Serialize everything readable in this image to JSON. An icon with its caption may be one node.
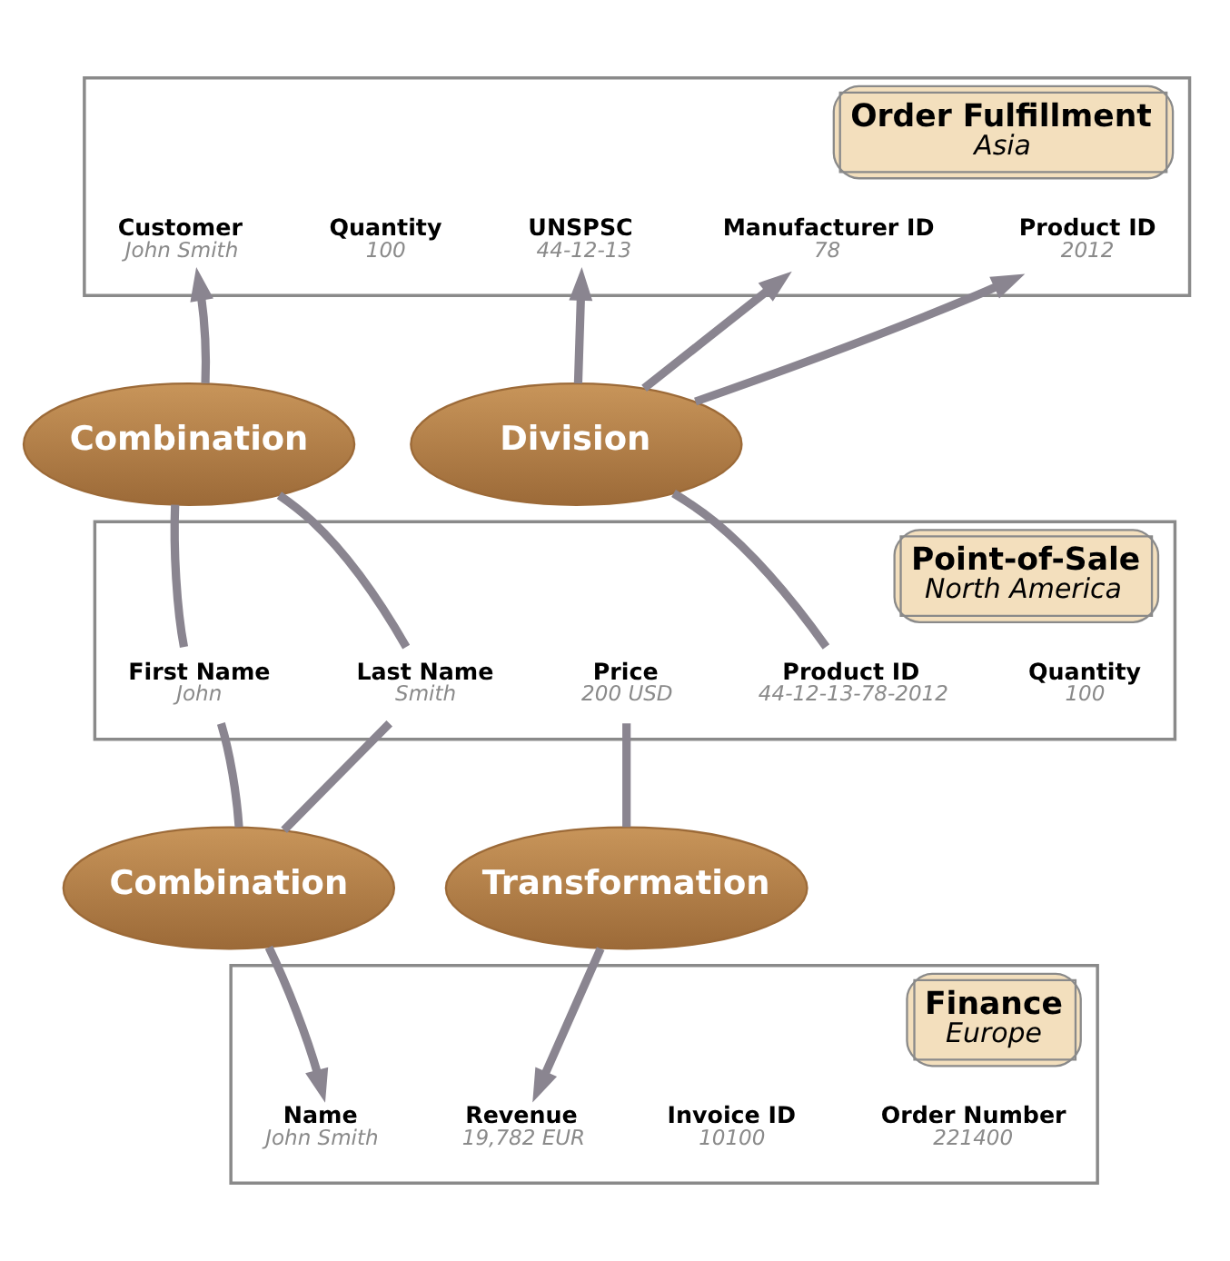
{
  "diagram": {
    "nodes": [
      {
        "text": [
          "Order Fulfillment",
          "Asia"
        ]
      },
      {
        "text": [
          "Customer",
          "John Smith"
        ],
        "in": 0
      },
      {
        "text": [
          "Quantity",
          "100"
        ],
        "in": 0
      },
      {
        "text": [
          "UNSPSC",
          "44-12-13"
        ],
        "in": 0
      },
      {
        "text": [
          "Manufacturer ID",
          "78"
        ],
        "in": 0
      },
      {
        "text": [
          "Product ID",
          "2012"
        ],
        "in": 0
      },
      {
        "text": [
          "Combination"
        ]
      },
      {
        "text": [
          "Division"
        ]
      },
      {
        "text": [
          "Point-of-Sale",
          "North America"
        ]
      },
      {
        "text": [
          "First Name",
          "John"
        ],
        "in": 8
      },
      {
        "text": [
          "Last Name",
          "Smith"
        ],
        "in": 8
      },
      {
        "text": [
          "Price",
          "200 USD"
        ],
        "in": 8
      },
      {
        "text": [
          "Product ID",
          "44-12-13-78-2012"
        ],
        "in": 8
      },
      {
        "text": [
          "Quantity",
          "100"
        ],
        "in": 8
      },
      {
        "text": [
          "Combination"
        ]
      },
      {
        "text": [
          "Transformation"
        ]
      },
      {
        "text": [
          "Finance",
          "Europe"
        ]
      },
      {
        "text": [
          "Name",
          "John Smith"
        ],
        "in": 16
      },
      {
        "text": [
          "Revenue",
          "19,782 EUR"
        ],
        "in": 16
      },
      {
        "text": [
          "Invoice ID",
          "10100"
        ],
        "in": 16
      },
      {
        "text": [
          "Order Number",
          "221400"
        ],
        "in": 16
      }
    ],
    "edges": [
      {
        "from": 9,
        "to": 6,
        "arrow": "none"
      },
      {
        "from": 10,
        "to": 6,
        "arrow": "none"
      },
      {
        "from": 6,
        "to": 1,
        "arrow": "to"
      },
      {
        "from": 12,
        "to": 7,
        "arrow": "none"
      },
      {
        "from": 7,
        "to": 3,
        "arrow": "to"
      },
      {
        "from": 7,
        "to": 4,
        "arrow": "to"
      },
      {
        "from": 7,
        "to": 5,
        "arrow": "to"
      },
      {
        "from": 9,
        "to": 14,
        "arrow": "none"
      },
      {
        "from": 10,
        "to": 14,
        "arrow": "none"
      },
      {
        "from": 14,
        "to": 17,
        "arrow": "to"
      },
      {
        "from": 11,
        "to": 15,
        "arrow": "none"
      },
      {
        "from": 15,
        "to": 18,
        "arrow": "to"
      }
    ]
  }
}
